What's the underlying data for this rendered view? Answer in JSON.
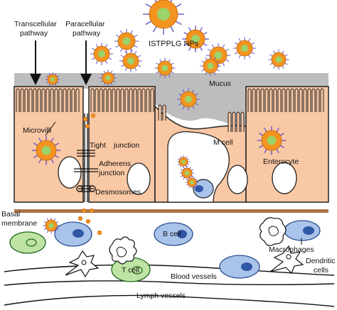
{
  "labels": {
    "transcellular": [
      "Transcellular",
      "pathway"
    ],
    "paracellular": [
      "Paracellular",
      "pathway"
    ],
    "nps": "ISTPPLG NPs",
    "mucus": "Mucus",
    "microvilli": "Microvilli",
    "tight_junction": [
      "Tight",
      "junction"
    ],
    "adherens_junction": [
      "Adherens",
      "junction"
    ],
    "desmosomes": "Desmosomes",
    "m_cell": "M cell",
    "enterocyte": "Enterocyte",
    "basal_membrane": [
      "Basal",
      "membrane"
    ],
    "b_cell": "B cell",
    "t_cell": "T cell",
    "macrophages": "Macrophages",
    "dendritic_cells": [
      "Dendritic",
      "cells"
    ],
    "blood_vessels": "Blood vessels",
    "lymph_vessels": "Lymph vessels"
  },
  "colors": {
    "cell_fill": "#f9c8a4",
    "mucus": "#bdbdbd",
    "basal_membrane": "#a9744a",
    "np_core": "#f2941f",
    "np_center": "#9bd36a",
    "np_spike": "#6a55c2",
    "b_cell_fill": "#a9c3ea",
    "b_cell_nucleus": "#2f57a6",
    "t_cell_fill": "#bfe3a4",
    "t_cell_nucleus": "#4a8f3a"
  }
}
